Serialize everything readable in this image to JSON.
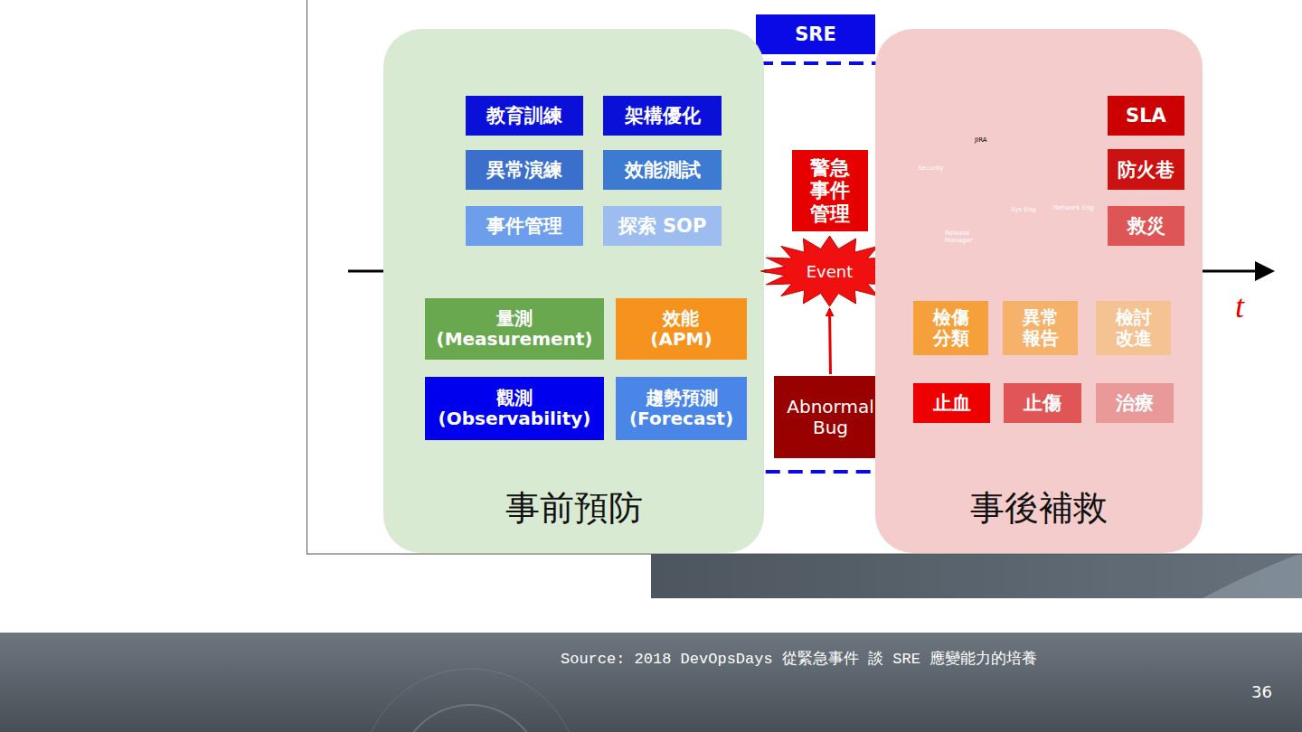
{
  "diagram": {
    "nodes": [
      {
        "text": [
          "SRE"
        ]
      },
      {
        "text": [
          "事前預防"
        ]
      },
      {
        "text": [
          "教育訓練"
        ],
        "in": 1
      },
      {
        "text": [
          "架構優化"
        ],
        "in": 1
      },
      {
        "text": [
          "異常演練"
        ],
        "in": 1
      },
      {
        "text": [
          "效能測試"
        ],
        "in": 1
      },
      {
        "text": [
          "事件管理"
        ],
        "in": 1
      },
      {
        "text": [
          "探索 SOP"
        ],
        "in": 1
      },
      {
        "text": [
          "量測 (Measurement)"
        ],
        "in": 1
      },
      {
        "text": [
          "效能 (APM)"
        ],
        "in": 1
      },
      {
        "text": [
          "觀測 (Observability)"
        ],
        "in": 1
      },
      {
        "text": [
          "趨勢預測 (Forecast)"
        ],
        "in": 1
      },
      {
        "text": [
          "警急 事件 管理"
        ]
      },
      {
        "text": [
          "Event"
        ]
      },
      {
        "text": [
          "Abnormal Bug"
        ]
      },
      {
        "text": [
          "事後補救"
        ]
      },
      {
        "text": [
          "SLA"
        ],
        "in": 15
      },
      {
        "text": [
          "防火巷"
        ],
        "in": 15
      },
      {
        "text": [
          "救災"
        ],
        "in": 15
      },
      {
        "text": [
          "檢傷 分類"
        ],
        "in": 15
      },
      {
        "text": [
          "異常 報告"
        ],
        "in": 15
      },
      {
        "text": [
          "檢討 改進"
        ],
        "in": 15
      },
      {
        "text": [
          "止血"
        ],
        "in": 15
      },
      {
        "text": [
          "止傷"
        ],
        "in": 15
      },
      {
        "text": [
          "治療"
        ],
        "in": 15
      }
    ],
    "edges": [
      {
        "from": 14,
        "to": 13,
        "arrow": "to"
      }
    ],
    "labels": [
      "JIRA",
      "Security",
      "Sys Eng",
      "Network Eng",
      "Release Manager",
      "t",
      "Source: 2018 DevOpsDays 從緊急事件 談 SRE 應變能力的培養",
      "36"
    ]
  }
}
